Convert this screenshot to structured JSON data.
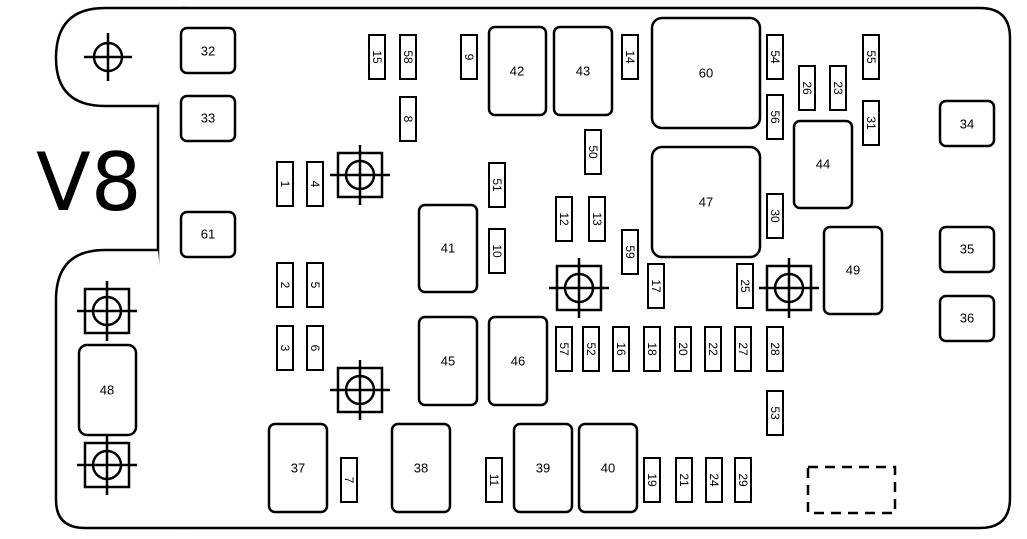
{
  "title": "V8",
  "relays": [
    "32",
    "33",
    "61",
    "34",
    "35",
    "36",
    "48",
    "42",
    "43",
    "60",
    "47",
    "44",
    "49",
    "41",
    "45",
    "46",
    "37",
    "38",
    "39",
    "40"
  ],
  "fuses": [
    "15",
    "58",
    "9",
    "14",
    "54",
    "55",
    "26",
    "23",
    "56",
    "31",
    "8",
    "50",
    "1",
    "4",
    "51",
    "12",
    "13",
    "30",
    "10",
    "59",
    "17",
    "25",
    "2",
    "5",
    "3",
    "6",
    "57",
    "52",
    "16",
    "18",
    "20",
    "22",
    "27",
    "28",
    "53",
    "7",
    "11",
    "19",
    "21",
    "24",
    "29"
  ],
  "labels": {
    "r32": "32",
    "r33": "33",
    "r61": "61",
    "r34": "34",
    "r35": "35",
    "r36": "36",
    "r48": "48",
    "r42": "42",
    "r43": "43",
    "r60": "60",
    "r47": "47",
    "r44": "44",
    "r49": "49",
    "r41": "41",
    "r45": "45",
    "r46": "46",
    "r37": "37",
    "r38": "38",
    "r39": "39",
    "r40": "40",
    "f15": "15",
    "f58": "58",
    "f9": "9",
    "f14": "14",
    "f54": "54",
    "f55": "55",
    "f26": "26",
    "f23": "23",
    "f56": "56",
    "f31": "31",
    "f8": "8",
    "f50": "50",
    "f1": "1",
    "f4": "4",
    "f51": "51",
    "f12": "12",
    "f13": "13",
    "f30": "30",
    "f10": "10",
    "f59": "59",
    "f17": "17",
    "f25": "25",
    "f2": "2",
    "f5": "5",
    "f3": "3",
    "f6": "6",
    "f57": "57",
    "f52": "52",
    "f16": "16",
    "f18": "18",
    "f20": "20",
    "f22": "22",
    "f27": "27",
    "f28": "28",
    "f53": "53",
    "f7": "7",
    "f11": "11",
    "f19": "19",
    "f21": "21",
    "f24": "24",
    "f29": "29"
  }
}
